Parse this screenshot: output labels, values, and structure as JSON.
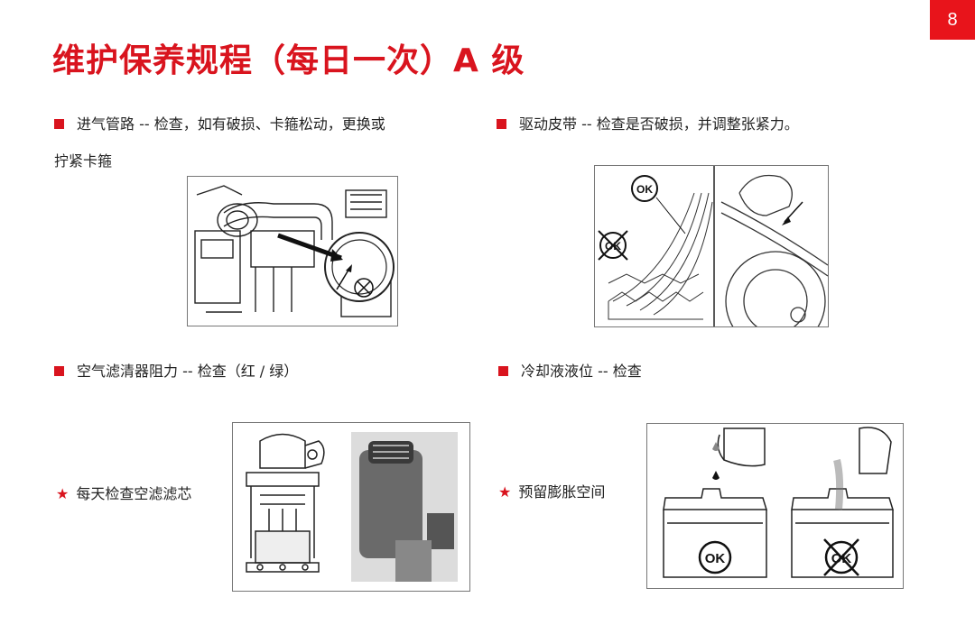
{
  "page_number": "8",
  "title": "维护保养规程（每日一次）A 级",
  "items": {
    "intake_line1": "进气管路 -- 检查，如有破损、卡箍松动，更换或",
    "intake_line2": "拧紧卡箍",
    "belt": "驱动皮带 -- 检查是否破损，并调整张紧力。",
    "air_filter": "空气滤清器阻力 -- 检查（红 / 绿）",
    "coolant": "冷却液液位 -- 检查",
    "filter_daily": "每天检查空滤滤芯",
    "expansion": "预留膨胀空间"
  },
  "figure_labels": {
    "ok": "OK"
  }
}
